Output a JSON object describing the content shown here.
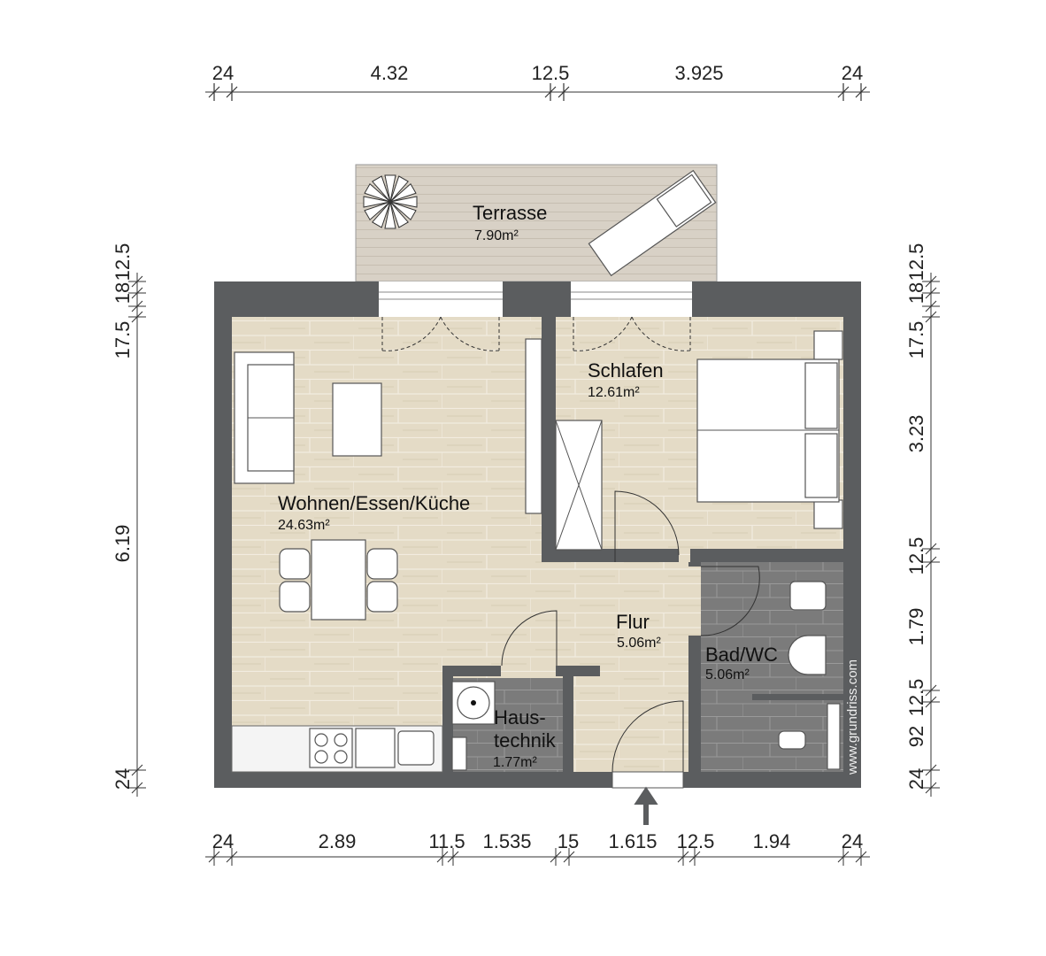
{
  "plan": {
    "rooms": [
      {
        "name": "Terrasse",
        "area": "7.90m²"
      },
      {
        "name": "Schlafen",
        "area": "12.61m²"
      },
      {
        "name": "Wohnen/Essen/Küche",
        "area": "24.63m²"
      },
      {
        "name": "Flur",
        "area": "5.06m²"
      },
      {
        "name": "Bad/WC",
        "area": "5.06m²"
      },
      {
        "name": "Haus-",
        "name2": "technik",
        "area": "1.77m²"
      }
    ],
    "dimensions": {
      "top": [
        "24",
        "4.32",
        "12.5",
        "3.925",
        "24"
      ],
      "bottom": [
        "24",
        "2.89",
        "11.5",
        "1.535",
        "15",
        "1.615",
        "12.5",
        "1.94",
        "24"
      ],
      "left": [
        "12.5",
        "18",
        "17.5",
        "6.19",
        "24"
      ],
      "right": [
        "12.5",
        "18",
        "17.5",
        "3.23",
        "12.5",
        "1.79",
        "12.5",
        "92",
        "24"
      ]
    },
    "watermark": "www.grundriss.com",
    "colors": {
      "wall": "#5b5d5f",
      "wood_floor": "#e3d9c4",
      "tile_floor": "#7a7a7a",
      "terrace": "#d8d1c6"
    }
  }
}
